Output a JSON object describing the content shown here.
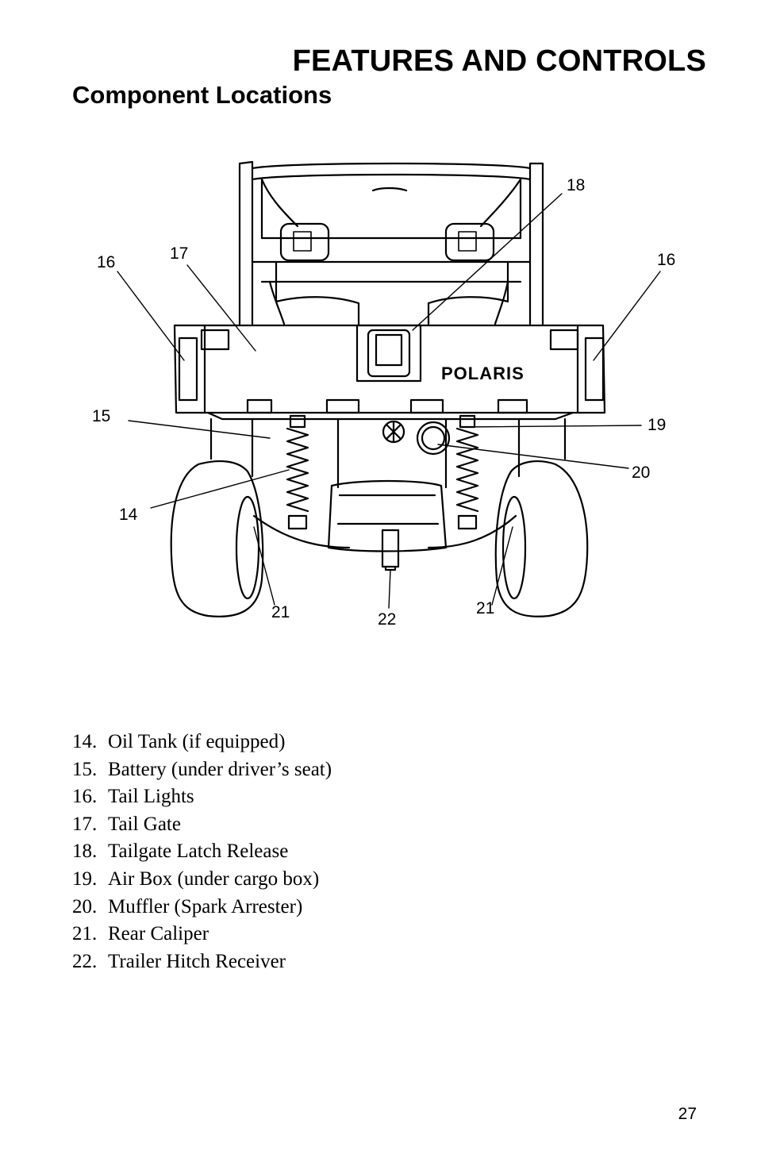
{
  "header": {
    "section_title": "FEATURES AND CONTROLS",
    "subsection_title": "Component Locations"
  },
  "diagram": {
    "callouts": [
      "14",
      "15",
      "16",
      "16",
      "17",
      "18",
      "19",
      "20",
      "21",
      "21",
      "22"
    ],
    "brand_logo_text": "POLARIS"
  },
  "legend": [
    {
      "num": "14.",
      "label": "Oil Tank (if equipped)"
    },
    {
      "num": "15.",
      "label": "Battery (under driver’s seat)"
    },
    {
      "num": "16.",
      "label": "Tail Lights"
    },
    {
      "num": "17.",
      "label": "Tail Gate"
    },
    {
      "num": "18.",
      "label": "Tailgate Latch Release"
    },
    {
      "num": "19.",
      "label": "Air Box (under cargo box)"
    },
    {
      "num": "20.",
      "label": "Muffler (Spark Arrester)"
    },
    {
      "num": "21.",
      "label": "Rear Caliper"
    },
    {
      "num": "22.",
      "label": "Trailer Hitch Receiver"
    }
  ],
  "footer": {
    "page_number": "27"
  }
}
